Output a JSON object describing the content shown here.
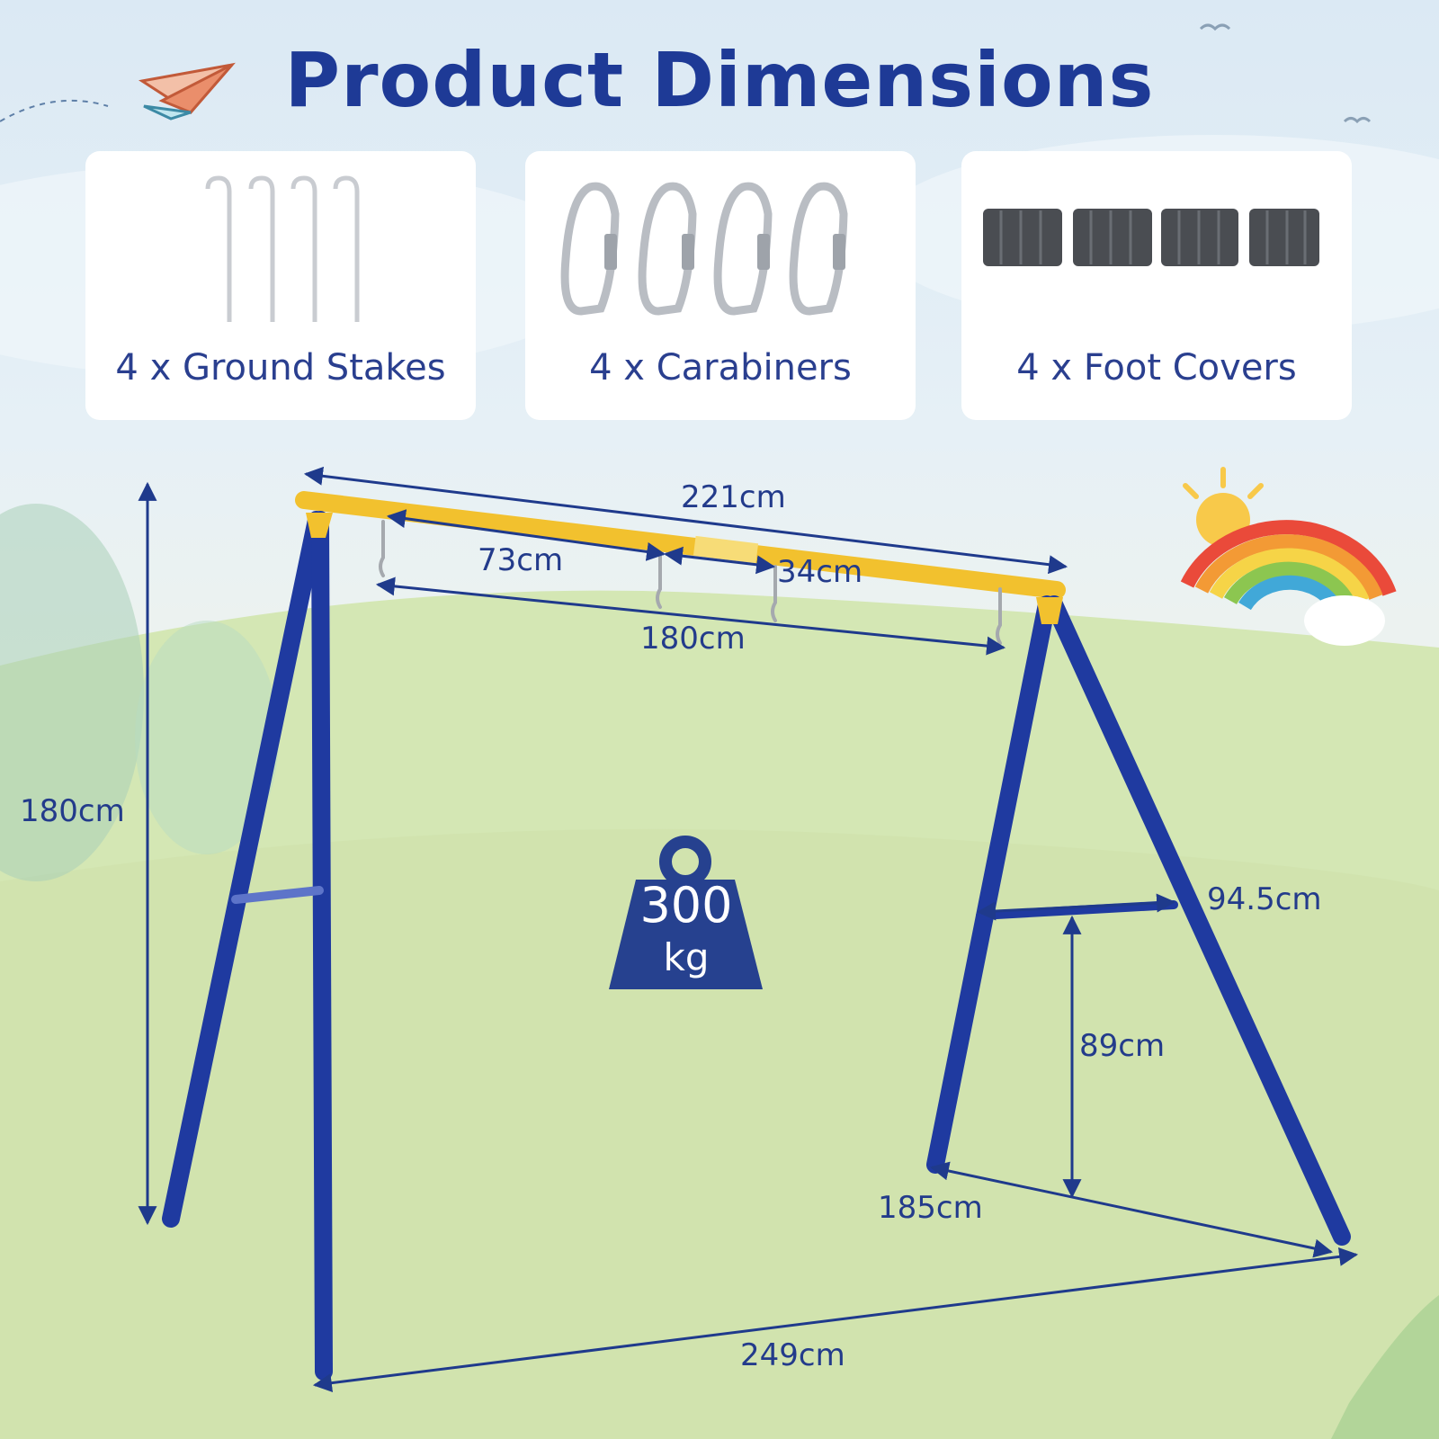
{
  "title": "Product Dimensions",
  "accessories": [
    {
      "label": "4 x Ground Stakes",
      "icon": "ground-stake-icon"
    },
    {
      "label": "4 x Carabiners",
      "icon": "carabiner-icon"
    },
    {
      "label": "4 x Foot Covers",
      "icon": "foot-cover-icon"
    }
  ],
  "dimensions": {
    "top_bar_length": "221cm",
    "hook_spacing_outer": "73cm",
    "hook_spacing_inner": "34cm",
    "swing_span": "180cm",
    "height": "180cm",
    "crossbar_width": "94.5cm",
    "crossbar_height": "89cm",
    "side_depth": "185cm",
    "base_width": "249cm"
  },
  "weight": {
    "value": "300",
    "unit": "kg"
  },
  "colors": {
    "frame_blue": "#1f3aa0",
    "top_bar_yellow": "#f2c12e",
    "title_blue": "#1e3a96",
    "dimension_text": "#233b8b"
  }
}
